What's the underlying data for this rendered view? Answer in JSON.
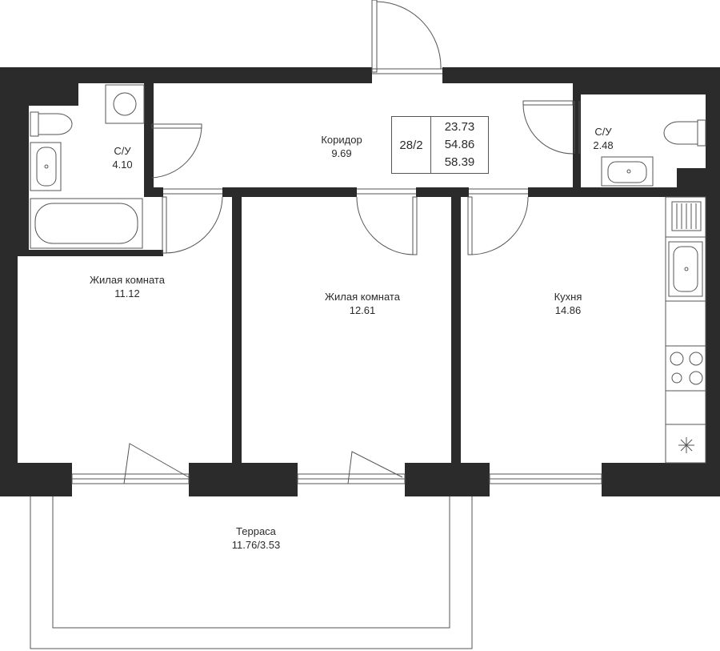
{
  "rooms": {
    "corridor": {
      "name": "Коридор",
      "area": "9.69"
    },
    "bath_left": {
      "name": "С/У",
      "area": "4.10"
    },
    "bath_right": {
      "name": "С/У",
      "area": "2.48"
    },
    "living_1": {
      "name": "Жилая комната",
      "area": "11.12"
    },
    "living_2": {
      "name": "Жилая комната",
      "area": "12.61"
    },
    "kitchen": {
      "name": "Кухня",
      "area": "14.86"
    },
    "terrace": {
      "name": "Терраса",
      "area": "11.76/3.53"
    }
  },
  "summary": {
    "code": "28/2",
    "living_area": "23.73",
    "total_area": "54.86",
    "total_with_terrace": "58.39"
  },
  "colors": {
    "wall": "#2b2b2b",
    "line": "#555555",
    "background": "#ffffff"
  }
}
